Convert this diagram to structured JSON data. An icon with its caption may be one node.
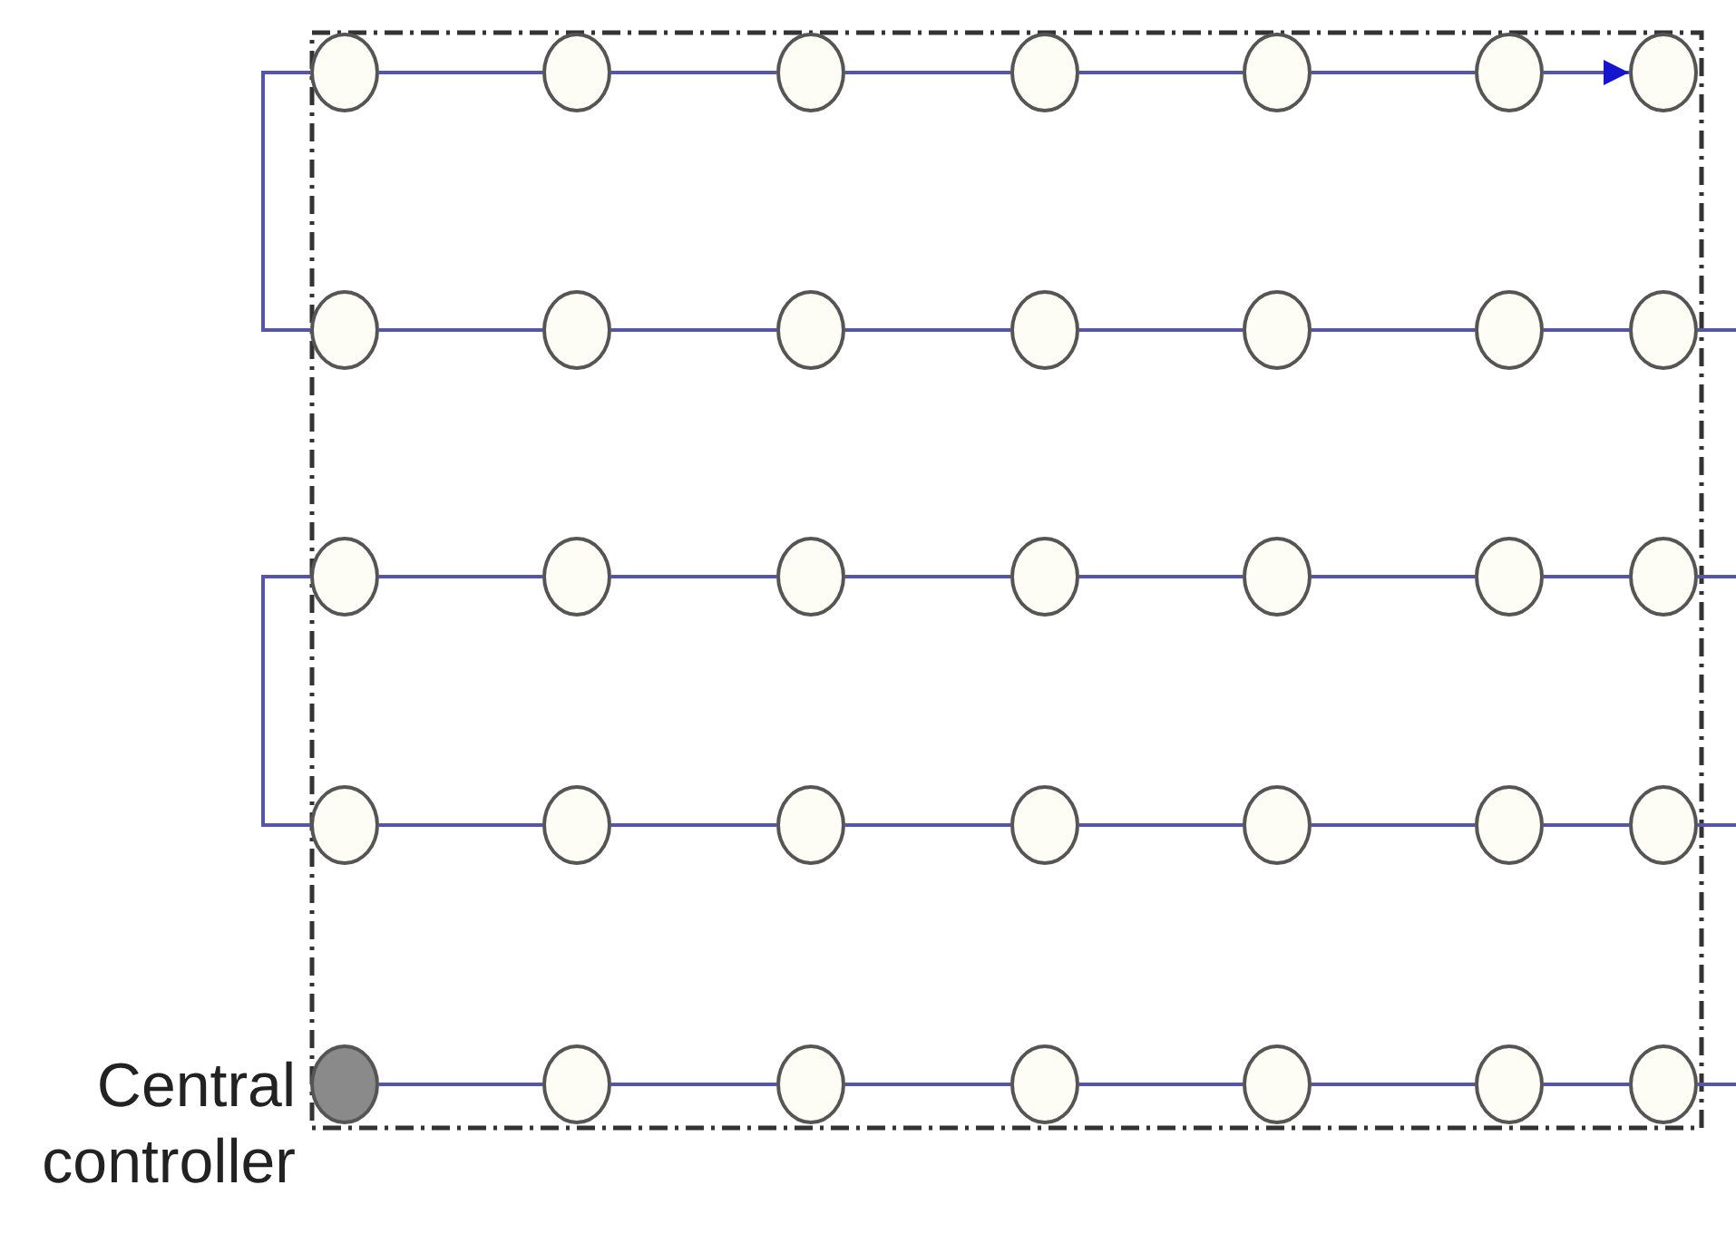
{
  "diagram": {
    "nodes": [
      {
        "text": [],
        "shape": "circle"
      },
      {
        "text": [],
        "shape": "circle"
      },
      {
        "text": [],
        "shape": "circle"
      },
      {
        "text": [],
        "shape": "circle"
      },
      {
        "text": [],
        "shape": "circle"
      },
      {
        "text": [],
        "shape": "circle"
      },
      {
        "text": [],
        "shape": "circle"
      },
      {
        "text": [],
        "shape": "circle"
      },
      {
        "text": [],
        "shape": "circle"
      },
      {
        "text": [],
        "shape": "circle"
      },
      {
        "text": [],
        "shape": "circle"
      },
      {
        "text": [],
        "shape": "circle"
      },
      {
        "text": [],
        "shape": "circle"
      },
      {
        "text": [],
        "shape": "circle"
      },
      {
        "text": [],
        "shape": "circle"
      },
      {
        "text": [],
        "shape": "circle"
      },
      {
        "text": [],
        "shape": "circle"
      },
      {
        "text": [],
        "shape": "circle"
      },
      {
        "text": [],
        "shape": "circle"
      },
      {
        "text": [],
        "shape": "circle"
      },
      {
        "text": [],
        "shape": "circle"
      },
      {
        "text": [],
        "shape": "circle"
      },
      {
        "text": [],
        "shape": "circle"
      },
      {
        "text": [],
        "shape": "circle"
      },
      {
        "text": [],
        "shape": "circle"
      },
      {
        "text": [],
        "shape": "circle"
      },
      {
        "text": [],
        "shape": "circle"
      },
      {
        "text": [],
        "shape": "circle"
      },
      {
        "text": [],
        "shape": "circle",
        "beside": [
          "Central controller"
        ]
      },
      {
        "text": [],
        "shape": "circle"
      },
      {
        "text": [],
        "shape": "circle"
      },
      {
        "text": [],
        "shape": "circle"
      },
      {
        "text": [],
        "shape": "circle"
      },
      {
        "text": [],
        "shape": "circle"
      },
      {
        "text": [],
        "shape": "circle"
      }
    ],
    "edges": [
      {
        "from": 0,
        "to": 1,
        "arrow": "none"
      },
      {
        "from": 1,
        "to": 2,
        "arrow": "none"
      },
      {
        "from": 2,
        "to": 3,
        "arrow": "none"
      },
      {
        "from": 3,
        "to": 4,
        "arrow": "none"
      },
      {
        "from": 4,
        "to": 5,
        "arrow": "none"
      },
      {
        "from": 5,
        "to": 6,
        "arrow": "to"
      },
      {
        "from": 0,
        "to": 7,
        "arrow": "none"
      },
      {
        "from": 7,
        "to": 8,
        "arrow": "none"
      },
      {
        "from": 8,
        "to": 9,
        "arrow": "none"
      },
      {
        "from": 9,
        "to": 10,
        "arrow": "none"
      },
      {
        "from": 10,
        "to": 11,
        "arrow": "none"
      },
      {
        "from": 11,
        "to": 12,
        "arrow": "none"
      },
      {
        "from": 12,
        "to": 13,
        "arrow": "none"
      },
      {
        "from": 13,
        "to": null,
        "arrow": "none"
      },
      {
        "from": 14,
        "to": 15,
        "arrow": "none"
      },
      {
        "from": 15,
        "to": 16,
        "arrow": "none"
      },
      {
        "from": 16,
        "to": 17,
        "arrow": "none"
      },
      {
        "from": 17,
        "to": 18,
        "arrow": "none"
      },
      {
        "from": 18,
        "to": 19,
        "arrow": "none"
      },
      {
        "from": 19,
        "to": 20,
        "arrow": "none"
      },
      {
        "from": 20,
        "to": null,
        "arrow": "none"
      },
      {
        "from": 14,
        "to": 21,
        "arrow": "none"
      },
      {
        "from": 21,
        "to": 22,
        "arrow": "none"
      },
      {
        "from": 22,
        "to": 23,
        "arrow": "none"
      },
      {
        "from": 23,
        "to": 24,
        "arrow": "none"
      },
      {
        "from": 24,
        "to": 25,
        "arrow": "none"
      },
      {
        "from": 25,
        "to": 26,
        "arrow": "none"
      },
      {
        "from": 26,
        "to": 27,
        "arrow": "none"
      },
      {
        "from": 27,
        "to": null,
        "arrow": "none"
      },
      {
        "from": 28,
        "to": 29,
        "arrow": "none"
      },
      {
        "from": 29,
        "to": 30,
        "arrow": "none"
      },
      {
        "from": 30,
        "to": 31,
        "arrow": "none"
      },
      {
        "from": 31,
        "to": 32,
        "arrow": "none"
      },
      {
        "from": 32,
        "to": 33,
        "arrow": "none"
      },
      {
        "from": 33,
        "to": 34,
        "arrow": "none"
      },
      {
        "from": 34,
        "to": null,
        "arrow": "none"
      }
    ]
  }
}
